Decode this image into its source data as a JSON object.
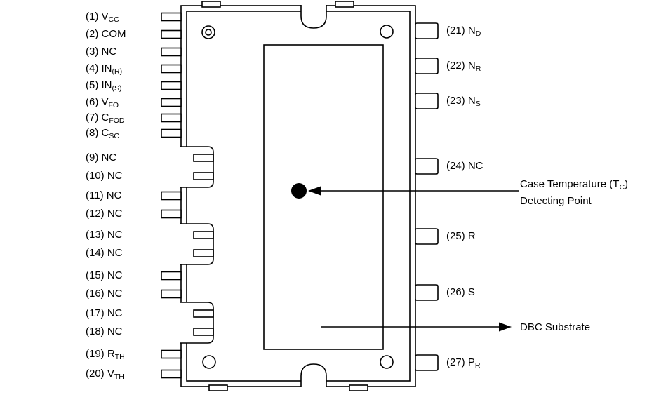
{
  "colors": {
    "ink": "#000000",
    "background": "#ffffff"
  },
  "left_pins": [
    {
      "pre": "(1) V",
      "sub": "CC"
    },
    {
      "pre": "(2) COM",
      "sub": ""
    },
    {
      "pre": "(3) NC",
      "sub": ""
    },
    {
      "pre": "(4) IN",
      "sub": "(R)"
    },
    {
      "pre": "(5) IN",
      "sub": "(S)"
    },
    {
      "pre": "(6) V",
      "sub": "FO"
    },
    {
      "pre": "(7) C",
      "sub": "FOD"
    },
    {
      "pre": "(8) C",
      "sub": "SC"
    },
    {
      "pre": "(9) NC",
      "sub": ""
    },
    {
      "pre": "(10) NC",
      "sub": ""
    },
    {
      "pre": "(11) NC",
      "sub": ""
    },
    {
      "pre": "(12) NC",
      "sub": ""
    },
    {
      "pre": "(13) NC",
      "sub": ""
    },
    {
      "pre": "(14) NC",
      "sub": ""
    },
    {
      "pre": "(15) NC",
      "sub": ""
    },
    {
      "pre": "(16) NC",
      "sub": ""
    },
    {
      "pre": "(17) NC",
      "sub": ""
    },
    {
      "pre": "(18) NC",
      "sub": ""
    },
    {
      "pre": "(19) R",
      "sub": "TH"
    },
    {
      "pre": "(20) V",
      "sub": "TH"
    }
  ],
  "right_pins": [
    {
      "pre": "(21) N",
      "sub": "D"
    },
    {
      "pre": "(22) N",
      "sub": "R"
    },
    {
      "pre": "(23) N",
      "sub": "S"
    },
    {
      "pre": "(24) NC",
      "sub": ""
    },
    {
      "pre": "(25) R",
      "sub": ""
    },
    {
      "pre": "(26) S",
      "sub": ""
    },
    {
      "pre": "(27) P",
      "sub": "R"
    }
  ],
  "annotations": {
    "case_temp": {
      "pre": "Case Temperature (T",
      "sub": "C",
      "post": ")",
      "line2": "Detecting Point"
    },
    "dbc_substrate": "DBC Substrate"
  }
}
